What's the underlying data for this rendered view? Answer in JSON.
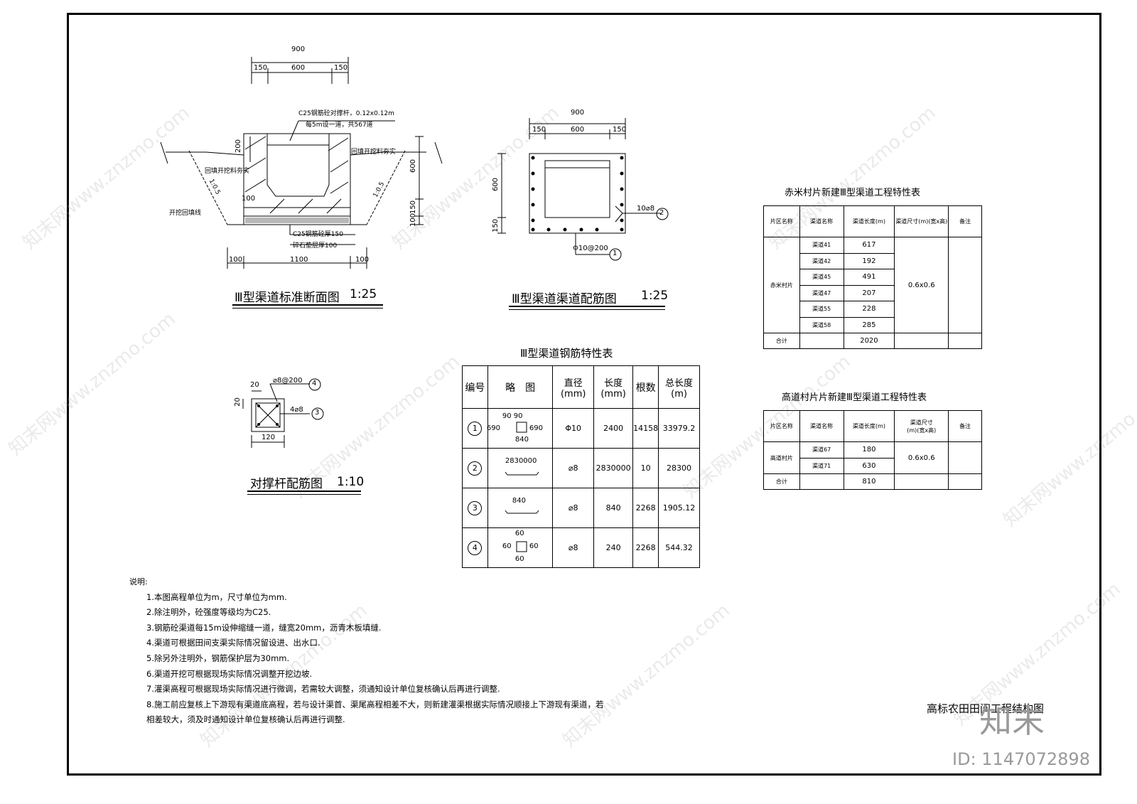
{
  "section_drawing": {
    "title": "Ⅲ型渠道标准断面图",
    "scale": "1:25",
    "dim_top_total": "900",
    "dim_top_left": "150",
    "dim_top_mid": "600",
    "dim_top_right": "150",
    "dim_bottom_left": "100",
    "dim_bottom_mid": "1100",
    "dim_bottom_right": "100",
    "dim_left_200": "200",
    "dim_right_600": "600",
    "dim_right_150": "150",
    "dim_right_100": "100",
    "dim_inner_100": "100",
    "label_strut_1": "C25钢筋砼对撑杆，0.12x0.12m",
    "label_strut_2": "每5m设一道，共567道",
    "label_backfill_left": "回填开挖料夯实",
    "label_backfill_right": "回填开挖料夯实",
    "label_slope_left": "1:0.5",
    "label_slope_right": "1:0.5",
    "label_excav": "开挖回填线",
    "label_c25": "C25钢筋砼厚150",
    "label_gravel": "碎石垫层厚100"
  },
  "rebar_drawing": {
    "title": "Ⅲ型渠道渠道配筋图",
    "scale": "1:25",
    "dim_total": "900",
    "dim_left": "150",
    "dim_mid": "600",
    "dim_right": "150",
    "dim_v_600": "600",
    "dim_v_150": "150",
    "label_bar2": "10⌀8",
    "label_bar1": "Φ10@200",
    "marker1": "1",
    "marker2": "2"
  },
  "strut_drawing": {
    "title": "对撑杆配筋图",
    "scale": "1:10",
    "label_stirrup": "⌀8@200",
    "label_main": "4⌀8",
    "dim_20a": "20",
    "dim_20b": "20",
    "dim_120": "120",
    "marker3": "3",
    "marker4": "4"
  },
  "rebar_table": {
    "title": "Ⅲ型渠道钢筋特性表",
    "headers": [
      "编号",
      "略　图",
      "直径\n(mm)",
      "长度\n(mm)",
      "根数",
      "总长度\n(m)"
    ],
    "rows": [
      {
        "no": "1",
        "sketch": [
          "90 90",
          "690",
          "690",
          "840"
        ],
        "dia": "Φ10",
        "len": "2400",
        "count": "14158",
        "total": "33979.2"
      },
      {
        "no": "2",
        "sketch": [
          "2830000"
        ],
        "dia": "⌀8",
        "len": "2830000",
        "count": "10",
        "total": "28300"
      },
      {
        "no": "3",
        "sketch": [
          "840"
        ],
        "dia": "⌀8",
        "len": "840",
        "count": "2268",
        "total": "1905.12"
      },
      {
        "no": "4",
        "sketch": [
          "60",
          "60",
          "60",
          "60"
        ],
        "dia": "⌀8",
        "len": "240",
        "count": "2268",
        "total": "544.32"
      }
    ]
  },
  "table_a": {
    "title": "赤米村片新建Ⅲ型渠道工程特性表",
    "headers": [
      "片区名称",
      "渠道名称",
      "渠道长度(m)",
      "渠道尺寸(m)(宽x高)",
      "备注"
    ],
    "region": "赤米村片",
    "size": "0.6x0.6",
    "rows": [
      {
        "name": "渠道41",
        "len": "617"
      },
      {
        "name": "渠道42",
        "len": "192"
      },
      {
        "name": "渠道45",
        "len": "491"
      },
      {
        "name": "渠道47",
        "len": "207"
      },
      {
        "name": "渠道55",
        "len": "228"
      },
      {
        "name": "渠道58",
        "len": "285"
      }
    ],
    "total_label": "合计",
    "total": "2020"
  },
  "table_b": {
    "title": "高道村片片新建Ⅲ型渠道工程特性表",
    "headers": [
      "片区名称",
      "渠道名称",
      "渠道长度(m)",
      "渠道尺寸\n(m)(宽x高)",
      "备注"
    ],
    "region": "高道村片",
    "size": "0.6x0.6",
    "rows": [
      {
        "name": "渠道67",
        "len": "180"
      },
      {
        "name": "渠道71",
        "len": "630"
      }
    ],
    "total_label": "合计",
    "total": "810"
  },
  "notes": {
    "heading": "说明:",
    "items": [
      "1.本图高程单位为m，尺寸单位为mm.",
      "2.除注明外，砼强度等级均为C25.",
      "3.钢筋砼渠道每15m设伸缩缝一道，缝宽20mm，沥青木板填缝.",
      "4.渠道可根据田间支渠实际情况留设进、出水口.",
      "5.除另外注明外，钢筋保护层为30mm.",
      "6.渠道开挖可根据现场实际情况调整开挖边坡.",
      "7.灌渠高程可根据现场实际情况进行微调，若需较大调整，须通知设计单位复核确认后再进行调整.",
      "8.施工前应复核上下游现有渠道底高程，若与设计渠首、渠尾高程相差不大，则新建灌渠根据实际情况顺接上下游现有渠道，若",
      "相差较大，须及时通知设计单位复核确认后再进行调整."
    ]
  },
  "project_title": "高标农田田间工程结构图",
  "watermark": {
    "text": "知末网www.znzmo.com",
    "brand": "知末",
    "image_id": "ID: 1147072898"
  }
}
